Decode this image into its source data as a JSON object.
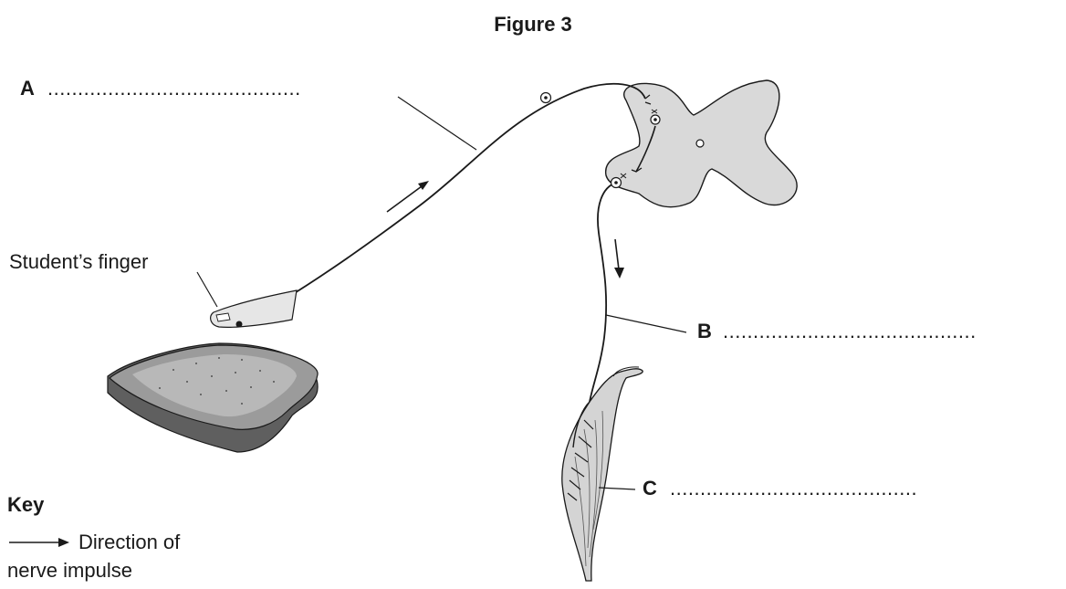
{
  "figure": {
    "title": "Figure 3"
  },
  "labels": {
    "a_letter": "A",
    "a_dots": "..........................................",
    "b_letter": "B",
    "b_dots": "..........................................",
    "c_letter": "C",
    "c_dots": ".........................................",
    "finger": "Student’s finger"
  },
  "key": {
    "heading": "Key",
    "line1": "Direction of",
    "line2": "nerve impulse"
  },
  "colors": {
    "cord_fill": "#d9d9d9",
    "muscle_fill": "#d4d4d4",
    "bread_top": "#9b9b9b",
    "bread_side": "#6a6a6a",
    "stroke": "#1a1a1a"
  }
}
